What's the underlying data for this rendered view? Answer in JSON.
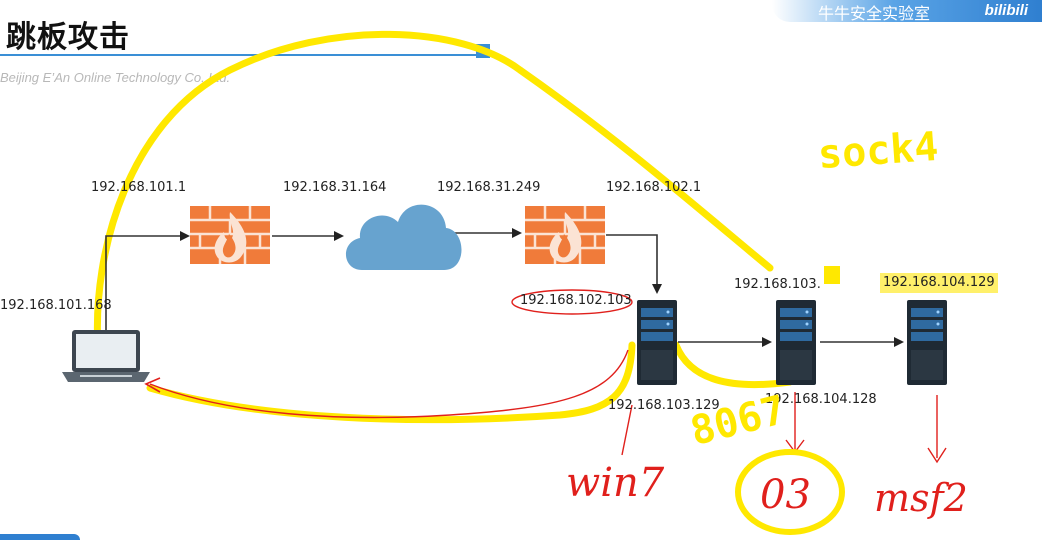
{
  "slide": {
    "title": "跳板攻击",
    "company": "Beijing E’An Online Technology Co.,Ltd.",
    "badge_text": "牛牛安全实验室",
    "badge_logo": "bilibili"
  },
  "diagram": {
    "nodes": [
      {
        "id": "attacker",
        "type": "laptop",
        "label": "192.168.101.168"
      },
      {
        "id": "fw1",
        "type": "firewall",
        "label": "192.168.101.1"
      },
      {
        "id": "internet",
        "type": "cloud",
        "label": "192.168.31.164"
      },
      {
        "id": "fw2",
        "type": "firewall",
        "label": "192.168.31.249",
        "label2": "192.168.102.1"
      },
      {
        "id": "server1",
        "type": "server",
        "label": "192.168.102.103",
        "label2": "192.168.103.129"
      },
      {
        "id": "server2",
        "type": "server",
        "label": "192.168.103.",
        "label2": "192.168.104.128"
      },
      {
        "id": "server3",
        "type": "server",
        "label": "192.168.104.129"
      }
    ],
    "edges": [
      [
        "attacker",
        "fw1"
      ],
      [
        "fw1",
        "internet"
      ],
      [
        "internet",
        "fw2"
      ],
      [
        "fw2",
        "server1"
      ],
      [
        "server1",
        "server2"
      ],
      [
        "server2",
        "server3"
      ]
    ]
  },
  "annotations": {
    "socks4": "sock4",
    "port": "8067",
    "win7": "win7",
    "o3": "03",
    "msf2": "msf2",
    "highlight_color": "#ffe800",
    "ink_color": "#e0201c"
  }
}
